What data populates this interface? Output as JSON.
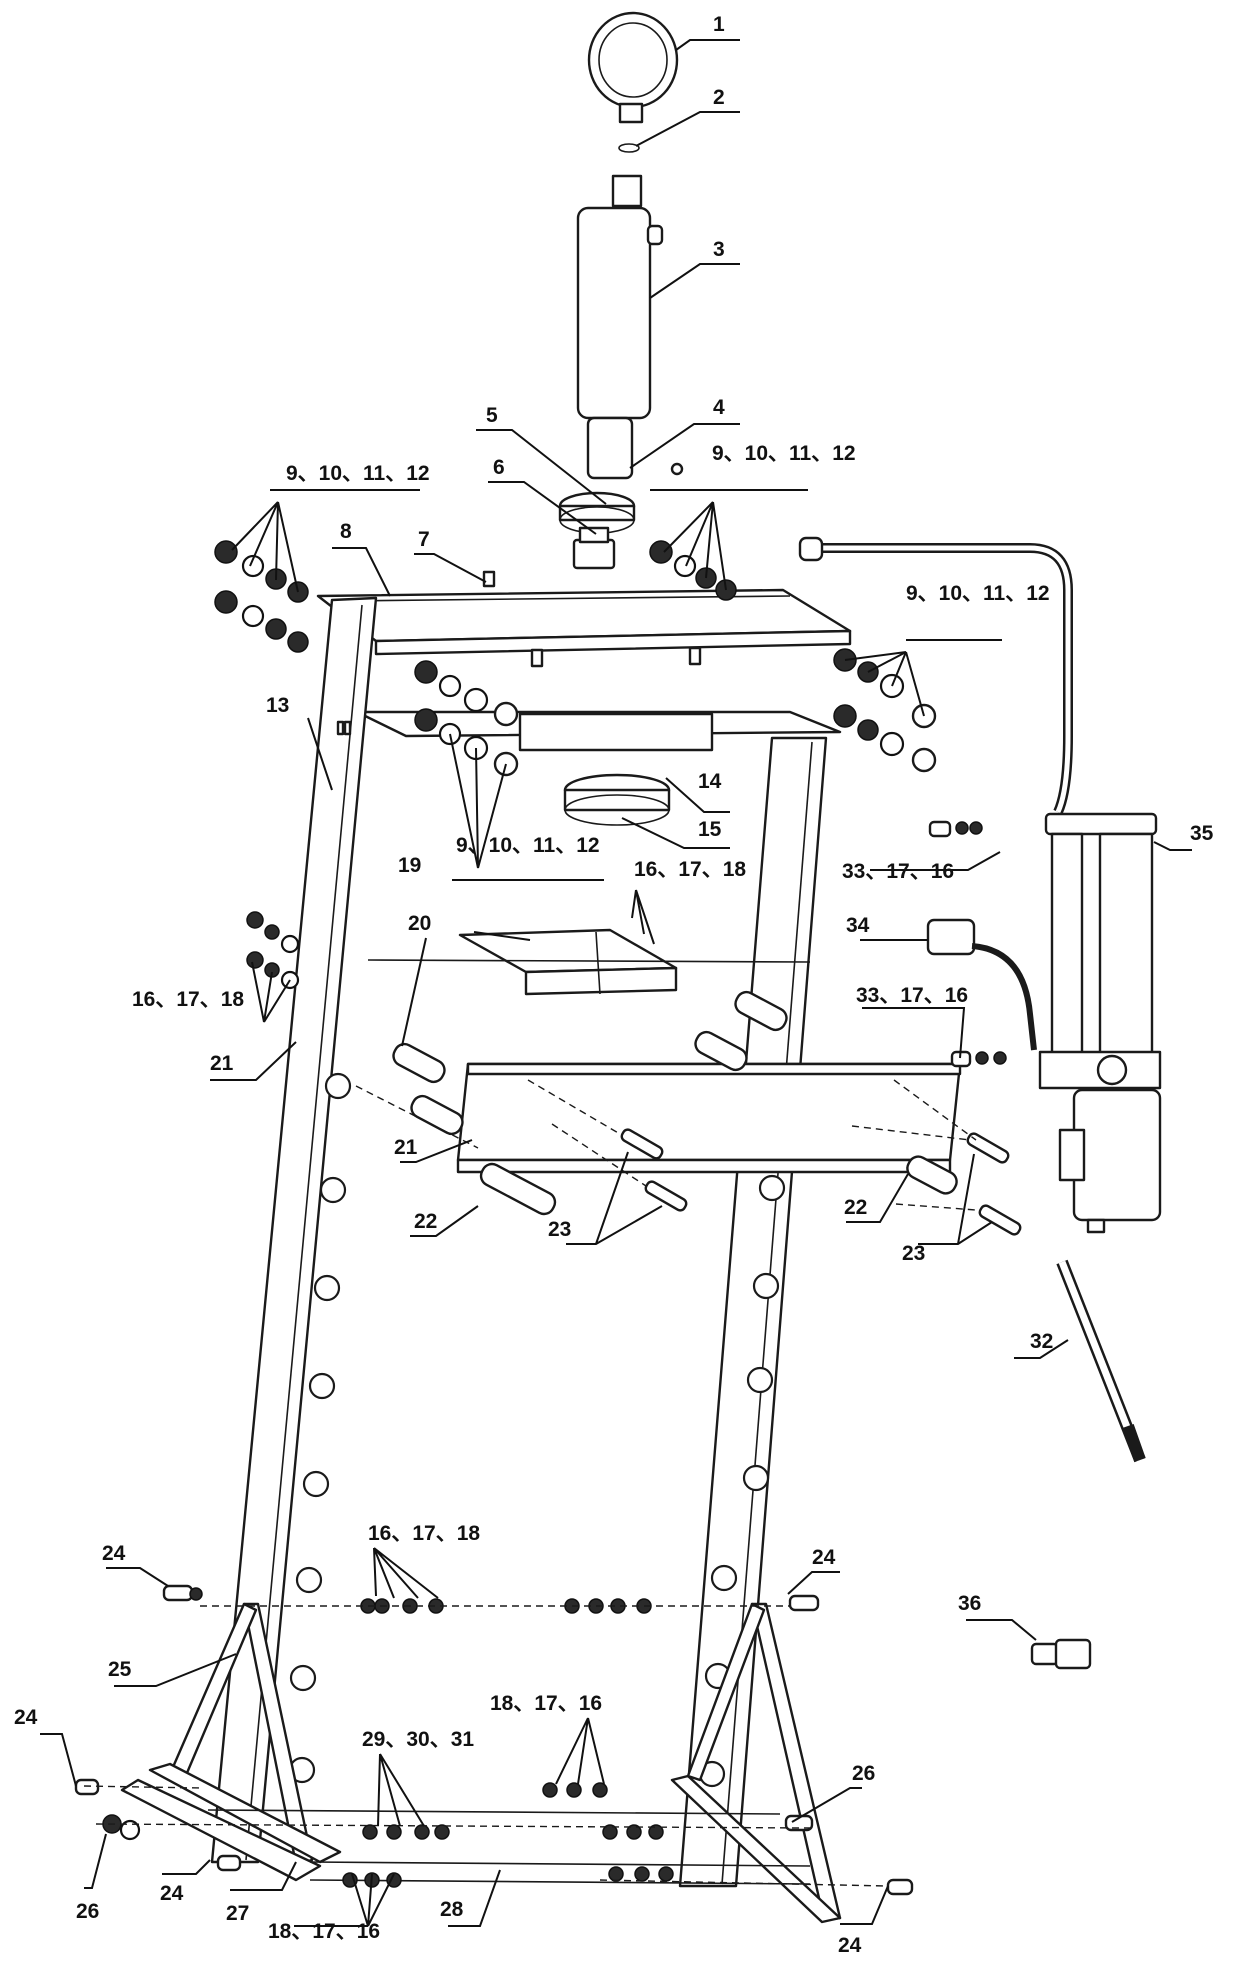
{
  "diagram": {
    "callouts": [
      {
        "id": "c1",
        "text": "1"
      },
      {
        "id": "c2",
        "text": "2"
      },
      {
        "id": "c3",
        "text": "3"
      },
      {
        "id": "c4",
        "text": "4"
      },
      {
        "id": "c5",
        "text": "5"
      },
      {
        "id": "c6",
        "text": "6"
      },
      {
        "id": "c7",
        "text": "7"
      },
      {
        "id": "c8",
        "text": "8"
      },
      {
        "id": "c9a",
        "text": "9、10、11、12"
      },
      {
        "id": "c9b",
        "text": "9、10、11、12"
      },
      {
        "id": "c9c",
        "text": "9、10、11、12"
      },
      {
        "id": "c9d",
        "text": "9、10、11、12"
      },
      {
        "id": "c13",
        "text": "13"
      },
      {
        "id": "c14",
        "text": "14"
      },
      {
        "id": "c15",
        "text": "15"
      },
      {
        "id": "c16a",
        "text": "16、17、18"
      },
      {
        "id": "c16b",
        "text": "16、17、18"
      },
      {
        "id": "c16c",
        "text": "16、17、18"
      },
      {
        "id": "c18a",
        "text": "18、17、16"
      },
      {
        "id": "c18b",
        "text": "18、17、16"
      },
      {
        "id": "c19",
        "text": "19"
      },
      {
        "id": "c20",
        "text": "20"
      },
      {
        "id": "c21a",
        "text": "21"
      },
      {
        "id": "c21b",
        "text": "21"
      },
      {
        "id": "c22a",
        "text": "22"
      },
      {
        "id": "c22b",
        "text": "22"
      },
      {
        "id": "c23a",
        "text": "23"
      },
      {
        "id": "c23b",
        "text": "23"
      },
      {
        "id": "c24a",
        "text": "24"
      },
      {
        "id": "c24b",
        "text": "24"
      },
      {
        "id": "c24c",
        "text": "24"
      },
      {
        "id": "c24d",
        "text": "24"
      },
      {
        "id": "c24e",
        "text": "24"
      },
      {
        "id": "c25",
        "text": "25"
      },
      {
        "id": "c26a",
        "text": "26"
      },
      {
        "id": "c26b",
        "text": "26"
      },
      {
        "id": "c27",
        "text": "27"
      },
      {
        "id": "c28",
        "text": "28"
      },
      {
        "id": "c29",
        "text": "29、30、31"
      },
      {
        "id": "c32",
        "text": "32"
      },
      {
        "id": "c33a",
        "text": "33、17、16"
      },
      {
        "id": "c33b",
        "text": "33、17、16"
      },
      {
        "id": "c34",
        "text": "34"
      },
      {
        "id": "c35",
        "text": "35"
      },
      {
        "id": "c36",
        "text": "36"
      }
    ]
  }
}
